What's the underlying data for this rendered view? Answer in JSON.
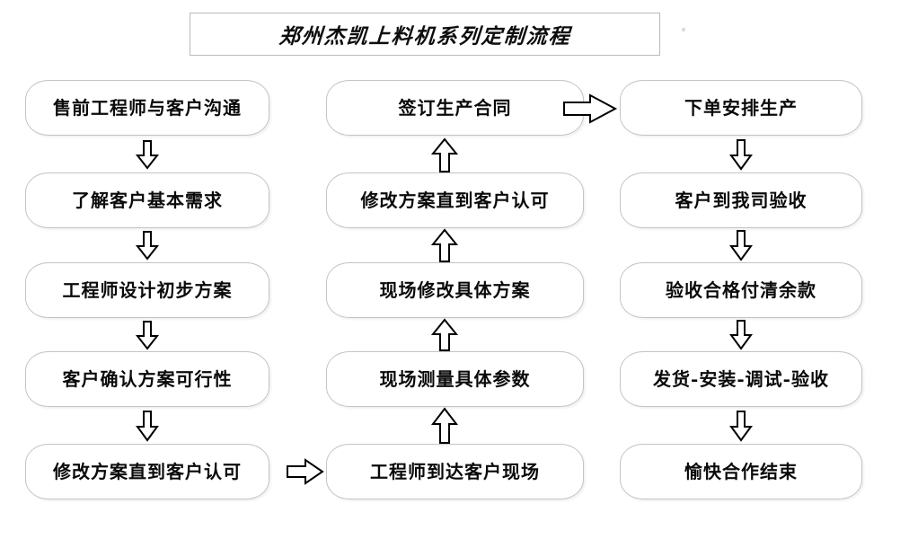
{
  "title": {
    "text": "郑州杰凯上料机系列定制流程"
  },
  "columns": [
    {
      "name": "presales-column",
      "direction": "down",
      "nodes": [
        {
          "label": "售前工程师与客户沟通"
        },
        {
          "label": "了解客户基本需求"
        },
        {
          "label": "工程师设计初步方案"
        },
        {
          "label": "客户确认方案可行性"
        },
        {
          "label": "修改方案直到客户认可"
        }
      ]
    },
    {
      "name": "onsite-column",
      "direction": "up",
      "nodes": [
        {
          "label": "签订生产合同"
        },
        {
          "label": "修改方案直到客户认可"
        },
        {
          "label": "现场修改具体方案"
        },
        {
          "label": "现场测量具体参数"
        },
        {
          "label": "工程师到达客户现场"
        }
      ]
    },
    {
      "name": "production-column",
      "direction": "down",
      "nodes": [
        {
          "label": "下单安排生产"
        },
        {
          "label": "客户到我司验收"
        },
        {
          "label": "验收合格付清余款"
        },
        {
          "label": "发货-安装-调试-验收"
        },
        {
          "label": "愉快合作结束"
        }
      ]
    }
  ],
  "connectors": {
    "bottom_link": "arrow-right-col1-to-col2",
    "top_link": "arrow-right-col2-to-col3"
  },
  "colors": {
    "background": "#ffffff",
    "node_border": "#c4c4c4",
    "title_border": "#b9b9b9",
    "text": "#0a0a0a",
    "arrow_stroke": "#000000"
  }
}
